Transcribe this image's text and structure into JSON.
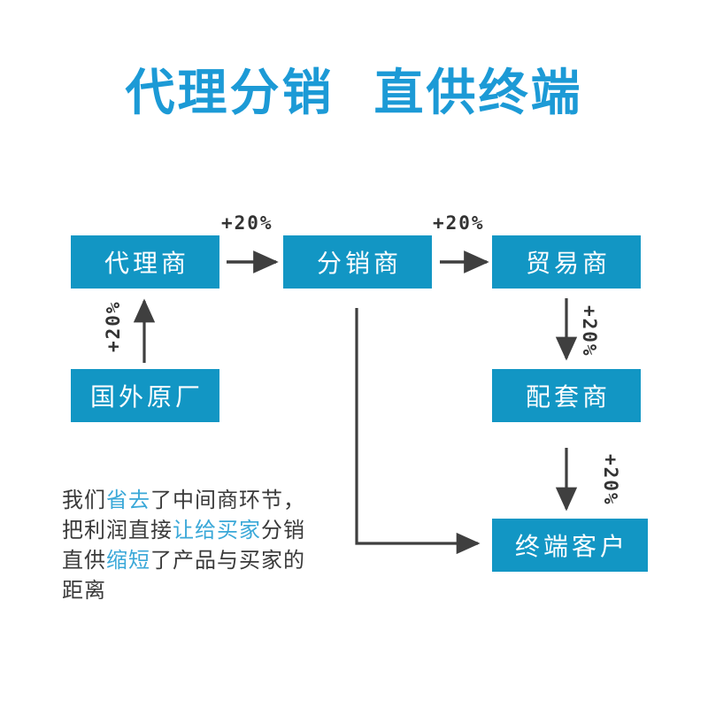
{
  "page": {
    "title": "代理分销  直供终端",
    "background_color": "#ffffff",
    "brand_blue": "#1296c4",
    "title_blue": "#1c9ad6",
    "highlight_blue": "#3aa8d8",
    "arrow_color": "#3f3f3f"
  },
  "nodes": {
    "agent": {
      "label": "代理商"
    },
    "distrib": {
      "label": "分销商"
    },
    "trade": {
      "label": "贸易商"
    },
    "factory": {
      "label": "国外原厂"
    },
    "support": {
      "label": "配套商"
    },
    "enduser": {
      "label": "终端客户"
    }
  },
  "markups": {
    "agent_to_distrib": "+20%",
    "distrib_to_trade": "+20%",
    "factory_to_agent": "+20%",
    "trade_to_support": "+20%",
    "support_to_enduser": "+20%"
  },
  "blurb": {
    "line1_a": "我们",
    "line1_hi": "省去",
    "line1_b": "了中间商环节，",
    "line2_a": "把利润直接",
    "line2_hi": "让给买家",
    "line2_b": "分销",
    "line3_a": "直供",
    "line3_hi": "缩短",
    "line3_b": "了产品与买家的",
    "line4": "距离"
  },
  "chart_data": {
    "type": "diagram",
    "title": "代理分销  直供终端",
    "nodes": [
      {
        "id": "factory",
        "label": "国外原厂",
        "col": 0,
        "row": 1
      },
      {
        "id": "agent",
        "label": "代理商",
        "col": 0,
        "row": 0
      },
      {
        "id": "distrib",
        "label": "分销商",
        "col": 1,
        "row": 0
      },
      {
        "id": "trade",
        "label": "贸易商",
        "col": 2,
        "row": 0
      },
      {
        "id": "support",
        "label": "配套商",
        "col": 2,
        "row": 1
      },
      {
        "id": "enduser",
        "label": "终端客户",
        "col": 2,
        "row": 2
      }
    ],
    "edges": [
      {
        "from": "factory",
        "to": "agent",
        "label": "+20%",
        "direction": "up"
      },
      {
        "from": "agent",
        "to": "distrib",
        "label": "+20%",
        "direction": "right"
      },
      {
        "from": "distrib",
        "to": "trade",
        "label": "+20%",
        "direction": "right"
      },
      {
        "from": "trade",
        "to": "support",
        "label": "+20%",
        "direction": "down"
      },
      {
        "from": "support",
        "to": "enduser",
        "label": "+20%",
        "direction": "down"
      },
      {
        "from": "distrib",
        "to": "enduser",
        "label": "",
        "direction": "elbow-down-right"
      }
    ]
  }
}
